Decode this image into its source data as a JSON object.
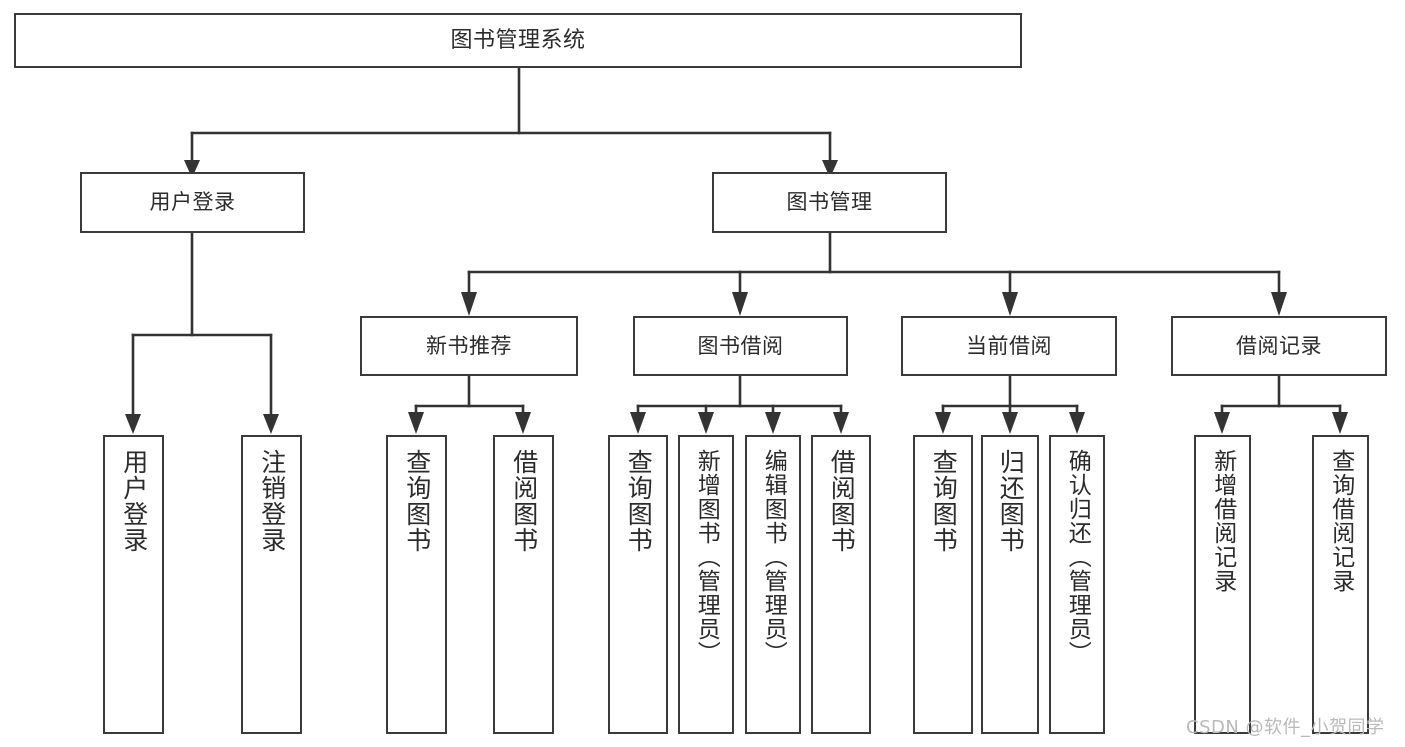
{
  "diagram": {
    "title": "图书管理系统",
    "type": "hierarchy-tree",
    "watermark": "CSDN @软件_小贺同学",
    "colors": {
      "background": "#ffffff",
      "border": "#3a3a3a",
      "text": "#2b2b2b",
      "connector": "#333333",
      "watermark": "#b9b9b9"
    }
  },
  "nodes": {
    "root": {
      "label": "图书管理系统",
      "level": 0
    },
    "level1": [
      {
        "id": "user-login",
        "label": "用户登录"
      },
      {
        "id": "book-manage",
        "label": "图书管理"
      }
    ],
    "level2": [
      {
        "id": "new-book-rec",
        "label": "新书推荐",
        "parent": "book-manage"
      },
      {
        "id": "book-borrow",
        "label": "图书借阅",
        "parent": "book-manage"
      },
      {
        "id": "current-borrow",
        "label": "当前借阅",
        "parent": "book-manage"
      },
      {
        "id": "borrow-record",
        "label": "借阅记录",
        "parent": "book-manage"
      }
    ],
    "leaves": [
      {
        "id": "leaf-user-login",
        "label": "用户登录",
        "parent": "user-login"
      },
      {
        "id": "leaf-user-logout",
        "label": "注销登录",
        "parent": "user-login"
      },
      {
        "id": "leaf-rec-query",
        "label": "查询图书",
        "parent": "new-book-rec"
      },
      {
        "id": "leaf-rec-borrow",
        "label": "借阅图书",
        "parent": "new-book-rec"
      },
      {
        "id": "leaf-borrow-query",
        "label": "查询图书",
        "parent": "book-borrow"
      },
      {
        "id": "leaf-borrow-add",
        "label": "新增图书（管理员）",
        "parent": "book-borrow"
      },
      {
        "id": "leaf-borrow-edit",
        "label": "编辑图书（管理员）",
        "parent": "book-borrow"
      },
      {
        "id": "leaf-borrow-lend",
        "label": "借阅图书",
        "parent": "book-borrow"
      },
      {
        "id": "leaf-cur-query",
        "label": "查询图书",
        "parent": "current-borrow"
      },
      {
        "id": "leaf-cur-return",
        "label": "归还图书",
        "parent": "current-borrow"
      },
      {
        "id": "leaf-cur-confirm",
        "label": "确认归还（管理员）",
        "parent": "current-borrow"
      },
      {
        "id": "leaf-rec-add",
        "label": "新增借阅记录",
        "parent": "borrow-record"
      },
      {
        "id": "leaf-rec-search",
        "label": "查询借阅记录",
        "parent": "borrow-record"
      }
    ]
  }
}
